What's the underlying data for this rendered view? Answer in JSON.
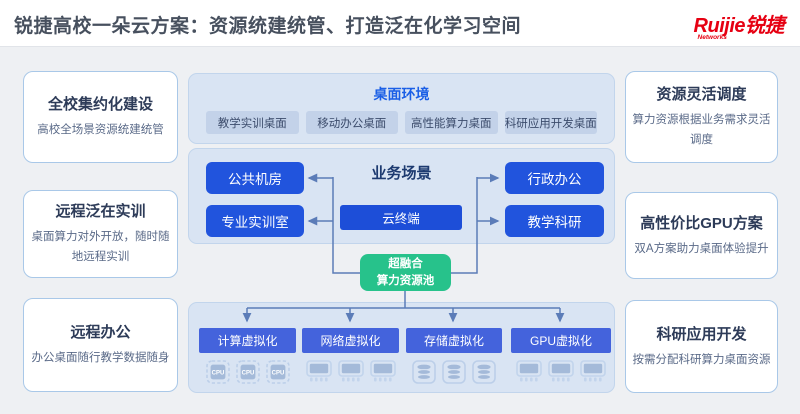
{
  "header": {
    "title": "锐捷高校一朵云方案：资源统建统管、打造泛在化学习空间",
    "logo": {
      "name": "Ruijie锐捷",
      "subtext": "Networks"
    }
  },
  "left_panels": [
    {
      "title": "全校集约化建设",
      "desc": "高校全场景资源统建统管"
    },
    {
      "title": "远程泛在实训",
      "desc": "桌面算力对外开放，随时随地远程实训"
    },
    {
      "title": "远程办公",
      "desc": "办公桌面随行教学数据随身"
    }
  ],
  "right_panels": [
    {
      "title": "资源灵活调度",
      "desc": "算力资源根据业务需求灵活调度"
    },
    {
      "title": "高性价比GPU方案",
      "desc": "双A方案助力桌面体验提升"
    },
    {
      "title": "科研应用开发",
      "desc": "按需分配科研算力桌面资源"
    }
  ],
  "desktop_env": {
    "title": "桌面环境",
    "items": [
      "教学实训桌面",
      "移动办公桌面",
      "高性能算力桌面",
      "科研应用开发桌面"
    ]
  },
  "business": {
    "title": "业务场景",
    "left_items": [
      "公共机房",
      "专业实训室"
    ],
    "right_items": [
      "行政办公",
      "教学科研"
    ],
    "center_item": "云终端"
  },
  "pool": {
    "line1": "超融合",
    "line2": "算力资源池"
  },
  "virtualization": {
    "items": [
      "计算虚拟化",
      "网络虚拟化",
      "存储虚拟化",
      "GPU虚拟化"
    ],
    "cpu_label": "CPU"
  },
  "colors": {
    "accent_blue": "#2154dd",
    "bright_blue": "#1b5fe6",
    "dark_navy": "#1d3a70",
    "green": "#27c28b",
    "brand_red": "#e60012",
    "connector": "#5b7cb8"
  }
}
